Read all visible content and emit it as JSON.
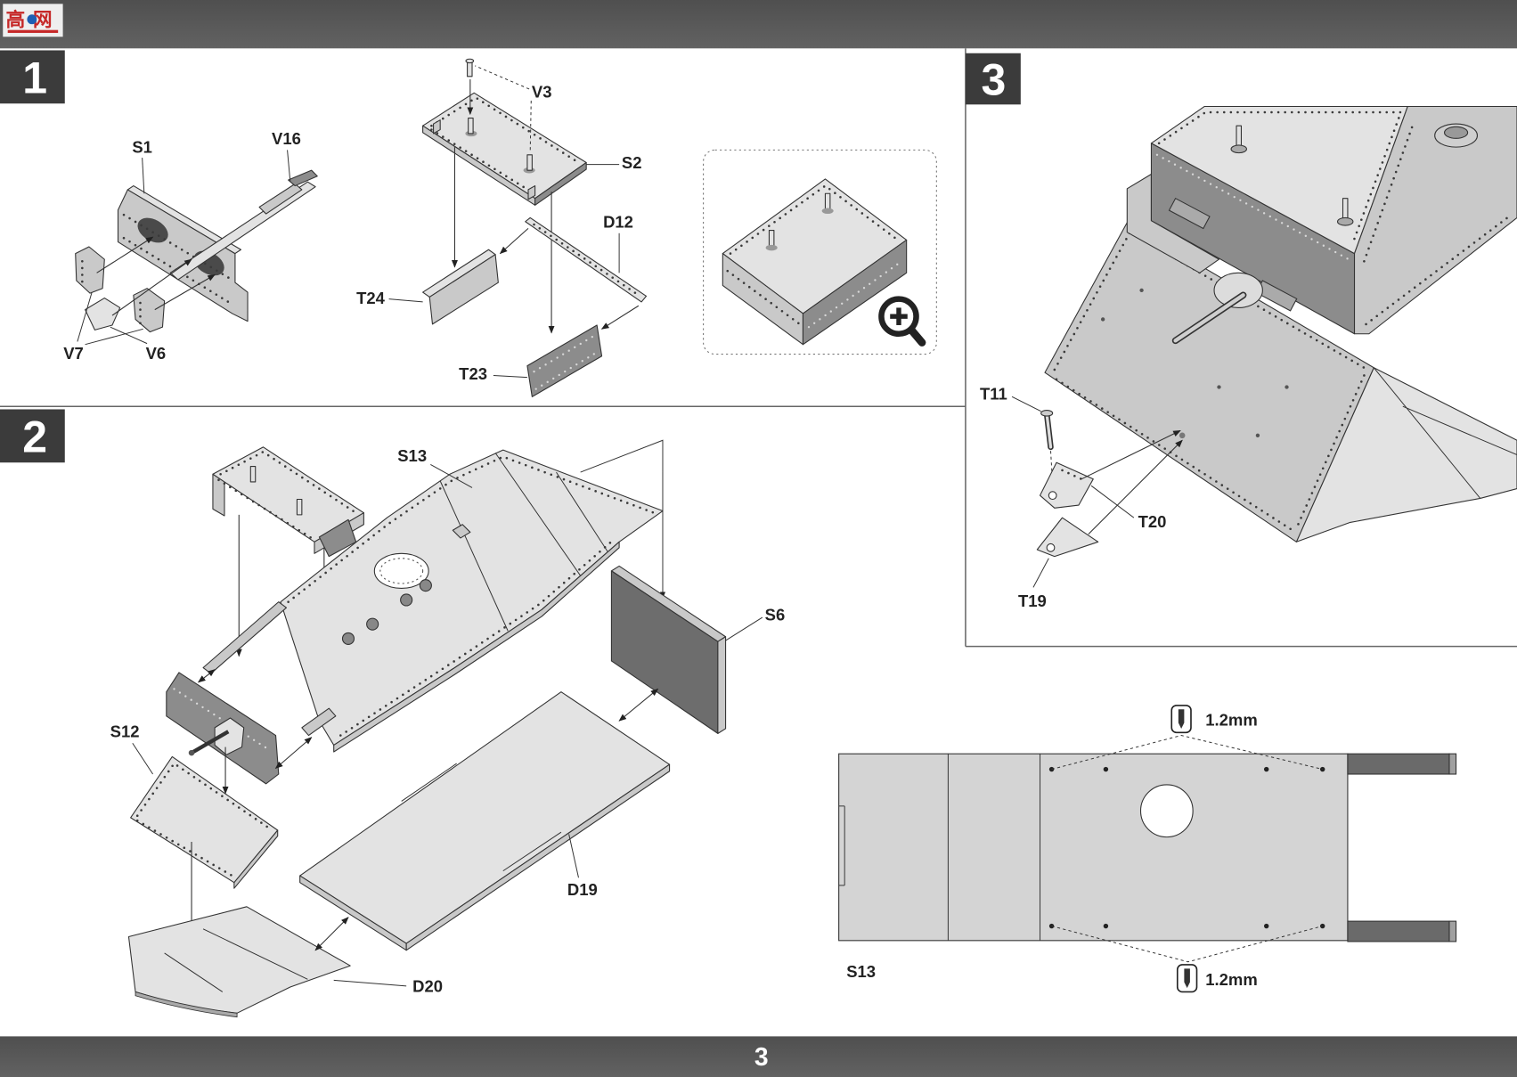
{
  "header": {
    "logo_text": "高网"
  },
  "step1": {
    "number": "1",
    "labels": {
      "s1": "S1",
      "v16": "V16",
      "v7": "V7",
      "v6": "V6",
      "v3": "V3",
      "s2": "S2",
      "d12": "D12",
      "t24": "T24",
      "t23": "T23"
    },
    "icons": {
      "zoom": "zoom-in-icon"
    }
  },
  "step2": {
    "number": "2",
    "labels": {
      "s13": "S13",
      "s6": "S6",
      "s12": "S12",
      "d19": "D19",
      "d20": "D20"
    }
  },
  "step3": {
    "number": "3",
    "labels": {
      "t11": "T11",
      "t20": "T20",
      "t19": "T19"
    }
  },
  "detail": {
    "part_label": "S13",
    "drill_top": "1.2mm",
    "drill_bottom": "1.2mm",
    "icons": {
      "drill": "drill-bit-icon"
    }
  },
  "footer": {
    "page_number": "3"
  },
  "colors": {
    "header_bar": "#5a5a5a",
    "step_badge": "#3b3b3b",
    "part_fill": "#e3e3e3",
    "dark_part": "#8c8c8c",
    "logo": "#c62828"
  }
}
